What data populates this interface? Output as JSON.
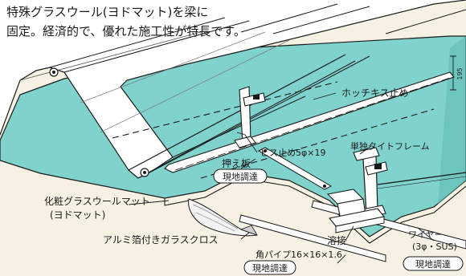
{
  "intro": {
    "line1": "特殊グラスウール(ヨドマット)を梁に",
    "line2": "固定。経済的で、優れた施工性が特長です。"
  },
  "labels": {
    "hotchkiss": "ホッチキス止め",
    "screw": "ビス止め5φ×19",
    "frame": "単独タイトフレーム",
    "plate": "押え板",
    "plate_note": "現地調達",
    "mat_line1": "化粧グラスウールマット",
    "mat_line2": "(ヨドマット)",
    "foil": "アルミ箔付きガラスクロス",
    "weld": "溶接",
    "pipe": "角パイプ16×16×1.6",
    "pipe_note": "現地調達",
    "wire_line1": "ワイヤー",
    "wire_line2": "(3φ・SUS)",
    "wire_note": "現地調達",
    "dim": "195"
  },
  "colors": {
    "background": "#f6f1e2",
    "insulation": "#7fd3cc",
    "roof": "#ffffff",
    "outline": "#1a1a1a"
  }
}
